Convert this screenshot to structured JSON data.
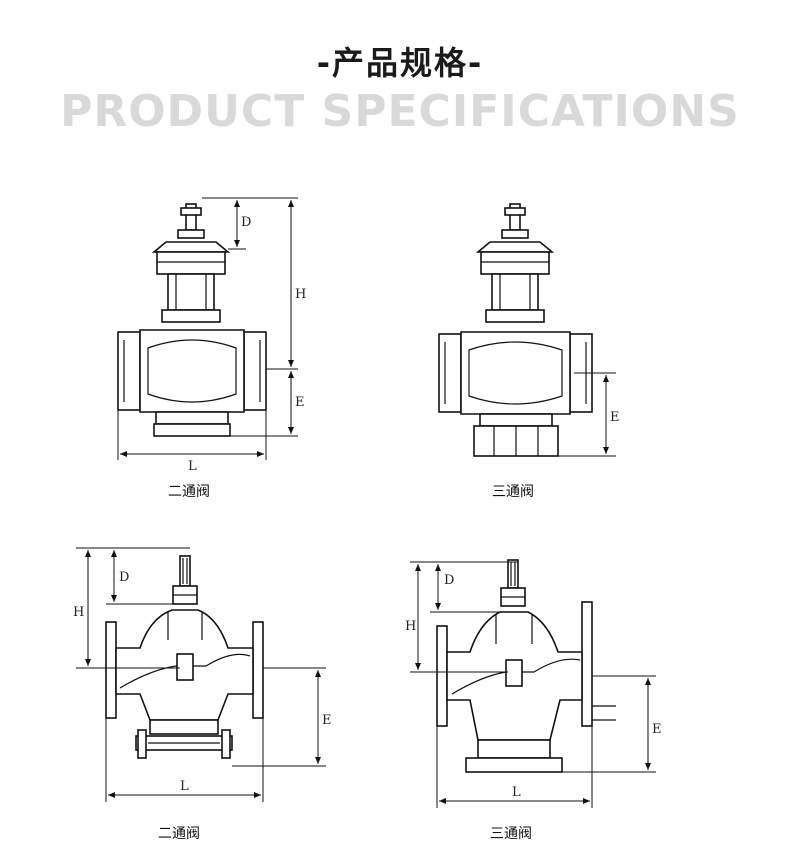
{
  "header": {
    "title": "-产品规格-",
    "subtitle": "PRODUCT SPECIFICATIONS"
  },
  "diagrams": [
    {
      "caption": "二通阀",
      "labels": {
        "D": "D",
        "H": "H",
        "E": "E",
        "L": "L"
      }
    },
    {
      "caption": "三通阀",
      "labels": {
        "E": "E"
      }
    },
    {
      "caption": "二通阀",
      "labels": {
        "D": "D",
        "H": "H",
        "E": "E",
        "L": "L"
      }
    },
    {
      "caption": "三通阀",
      "labels": {
        "D": "D",
        "H": "H",
        "E": "E",
        "L": "L"
      }
    }
  ]
}
